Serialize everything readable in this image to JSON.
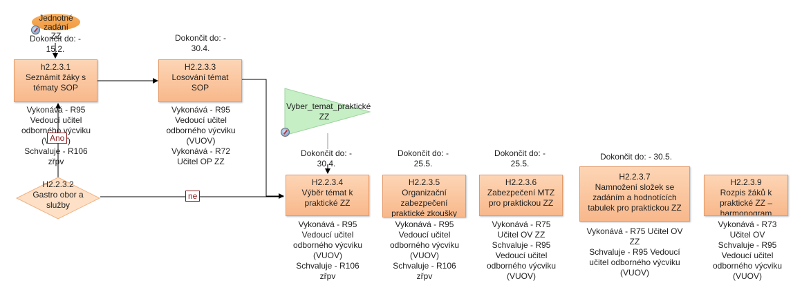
{
  "start_event": {
    "label": "Jednotné zadání ZZ"
  },
  "gateway_message": {
    "label": "Vyber_temat_praktické ZZ"
  },
  "tasks": [
    {
      "code": "h2.2.3.1",
      "name": "Seznámit žáky s tématy SOP",
      "deadline": "Dokončit do: - 15.2.",
      "roles": [
        "Vykonává - R95",
        "Vedoucí učitel",
        "odborného výcviku",
        "(VUOV)",
        "Schvaluje - R106",
        "zřpv"
      ]
    },
    {
      "code": "H2.2.3.3",
      "name": "Losování témat SOP",
      "deadline": "Dokončit do: - 30.4.",
      "roles": [
        "Vykonává - R95",
        "Vedoucí učitel",
        "odborného výcviku",
        "(VUOV)",
        "Vykonává - R72",
        "Učitel OP ZZ"
      ]
    },
    {
      "code": "H2.2.3.4",
      "name": "Výběr témat k praktické ZZ",
      "deadline": "Dokončit do: - 30.4.",
      "roles": [
        "Vykonává - R95",
        "Vedoucí učitel",
        "odborného výcviku",
        "(VUOV)",
        "Schvaluje - R106",
        "zřpv"
      ]
    },
    {
      "code": "H2.2.3.5",
      "name": "Organizační zabezpečení praktické zkoušky",
      "deadline": "Dokončit do: - 25.5.",
      "roles": [
        "Vykonává - R95",
        "Vedoucí učitel",
        "odborného výcviku",
        "(VUOV)",
        "Schvaluje - R106",
        "zřpv"
      ]
    },
    {
      "code": "H2.2.3.6",
      "name": "Zabezpečení MTZ pro praktickou ZZ",
      "deadline": "Dokončit do: - 25.5.",
      "roles": [
        "Vykonává - R75",
        "Učitel OV ZZ",
        "Schvaluje - R95",
        "Vedoucí učitel",
        "odborného výcviku",
        "(VUOV)"
      ]
    },
    {
      "code": "H2.2.3.7",
      "name": "Namnožení složek se zadáním a hodnotících tabulek pro praktickou ZZ",
      "deadline": "Dokončit do: - 30.5.",
      "roles": [
        "Vykonává - R75 Učitel OV",
        "ZZ",
        "Schvaluje - R95 Vedoucí",
        "učitel odborného výcviku",
        "(VUOV)"
      ]
    },
    {
      "code": "H2.2.3.9",
      "name": "Rozpis žáků k praktické ZZ – harmonogram",
      "deadline": "",
      "roles": [
        "Vykonává - R73",
        "Učitel OV",
        "Schvaluje - R95",
        "Vedoucí učitel",
        "odborného výcviku",
        "(VUOV)"
      ]
    }
  ],
  "decision": {
    "code": "H2.2.3.2",
    "name": "Gastro obor a služby"
  },
  "edge_labels": {
    "yes": "Ano",
    "no": "ne"
  },
  "colors": {
    "task_fill": "#f8b88b",
    "task_border": "#e59a68",
    "gateway_fill": "#fde0c6",
    "message_fill": "#c6efc6",
    "line": "#000000",
    "label_border": "#8b1a1a"
  }
}
